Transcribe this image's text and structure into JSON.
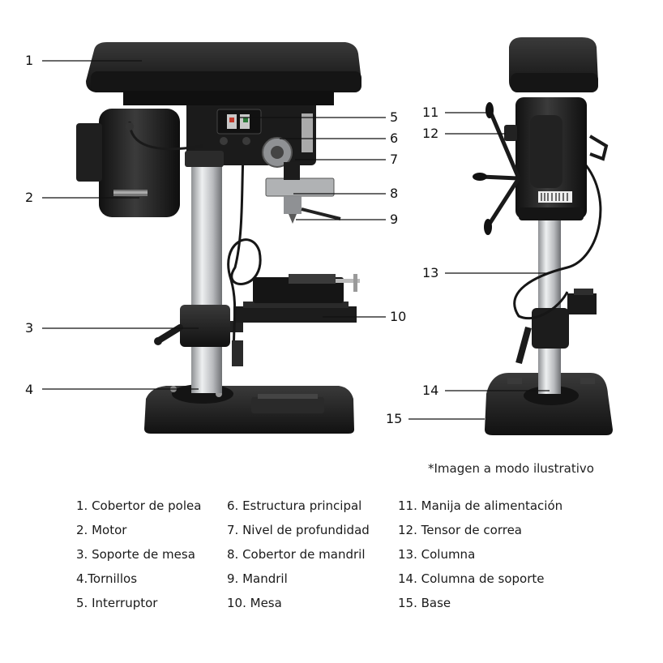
{
  "callouts": {
    "c1": "1",
    "c2": "2",
    "c3": "3",
    "c4": "4",
    "c5": "5",
    "c6": "6",
    "c7": "7",
    "c8": "8",
    "c9": "9",
    "c10": "10",
    "c11": "11",
    "c12": "12",
    "c13": "13",
    "c14": "14",
    "c15": "15"
  },
  "note": "*Imagen a modo ilustrativo",
  "legend": {
    "col1": [
      "1. Cobertor de polea",
      "2. Motor",
      "3. Soporte de mesa",
      "4.Tornillos",
      "5. Interruptor"
    ],
    "col2": [
      "6. Estructura principal",
      "7. Nivel de profundidad",
      "8. Cobertor de mandril",
      "9. Mandril",
      "10. Mesa"
    ],
    "col3": [
      "11. Manija de alimentación",
      "12. Tensor de correa",
      "13. Columna",
      "14. Columna de soporte",
      "15. Base"
    ]
  },
  "colors": {
    "machine_dark": "#1e1e1e",
    "steel": "#c4c6c8",
    "leader": "#111111"
  }
}
